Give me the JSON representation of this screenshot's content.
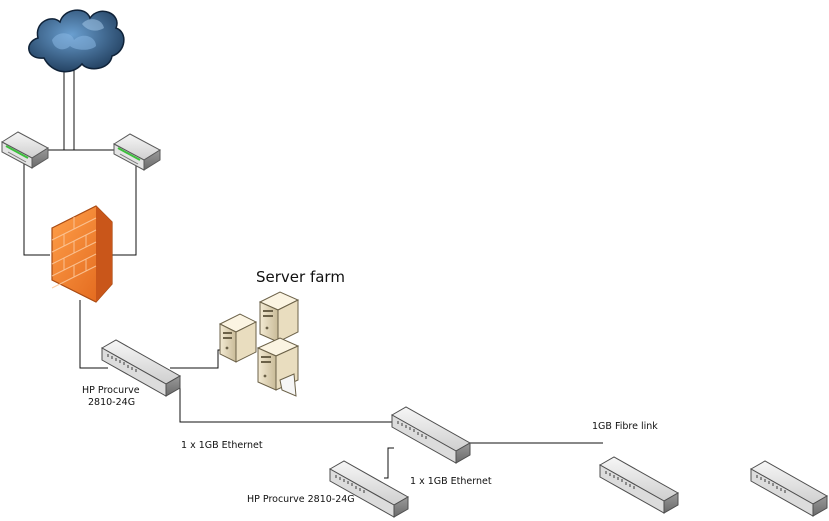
{
  "diagram": {
    "labels": {
      "server_farm": "Server farm",
      "switch_top_line1": "HP Procurve",
      "switch_top_line2": "2810-24G",
      "link_ethernet_1": "1 x 1GB Ethernet",
      "link_fibre": "1GB Fibre link",
      "link_ethernet_2": "1 x 1GB Ethernet",
      "switch_bottom": "HP Procurve 2810-24G"
    },
    "colors": {
      "line": "#111111",
      "cloud_dark": "#1d3a5a",
      "cloud_light": "#4a7cab",
      "firewall_orange": "#f07b22",
      "firewall_dark": "#b8501a",
      "device_gray": "#d9d9d9",
      "device_edge": "#5a5a5a",
      "port_green": "#3cc03c"
    },
    "icons": [
      "cloud-icon",
      "router-icon",
      "firewall-icon",
      "switch-icon",
      "server-icon"
    ]
  }
}
